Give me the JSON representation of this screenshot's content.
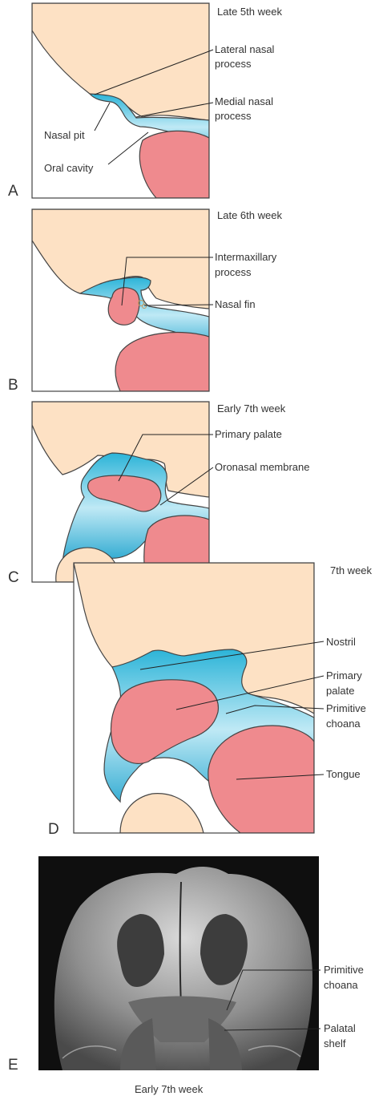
{
  "panels": [
    {
      "letter": "A",
      "stage": "Late 5th week",
      "labels": {
        "lateral": "Lateral nasal",
        "lateral2": "process",
        "medial": "Medial nasal",
        "medial2": "process",
        "pit": "Nasal pit",
        "oral": "Oral cavity"
      }
    },
    {
      "letter": "B",
      "stage": "Late 6th week",
      "labels": {
        "inter": "Intermaxillary",
        "inter2": "process",
        "fin": "Nasal fin"
      }
    },
    {
      "letter": "C",
      "stage": "Early 7th week",
      "labels": {
        "primary": "Primary palate",
        "oronasal": "Oronasal membrane"
      }
    },
    {
      "letter": "D",
      "stage": "7th week",
      "labels": {
        "nostril": "Nostril",
        "primary": "Primary",
        "primary2": "palate",
        "choana": "Primitive",
        "choana2": "choana",
        "tongue": "Tongue"
      }
    },
    {
      "letter": "E",
      "stage": "Early 7th week",
      "labels": {
        "choana": "Primitive",
        "choana2": "choana",
        "shelf": "Palatal",
        "shelf2": "shelf"
      }
    }
  ]
}
